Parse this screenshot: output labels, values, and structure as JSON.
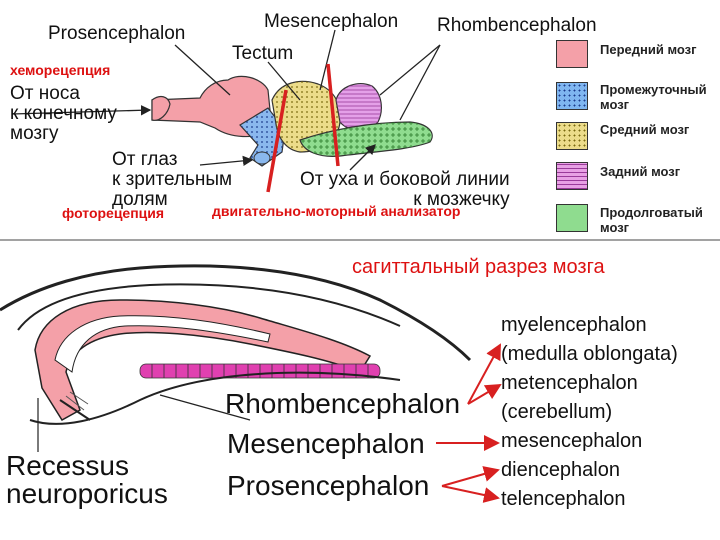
{
  "top": {
    "prosencephalon": "Prosencephalon",
    "mesencephalon": "Mesencephalon",
    "rhombencephalon": "Rhombencephalon",
    "tectum": "Tectum",
    "chemoreception": "хеморецепция",
    "from_nose": "От носа\nк конечному\nмозгу",
    "from_eyes": "От глаз\nк зрительным\nдолям",
    "from_ear": "От уха и боковой линии\nк мозжечку",
    "photoreception": "фоторецепция",
    "motor_analyzer": "двигательно-моторный анализатор"
  },
  "legend": [
    {
      "label": "Передний мозг",
      "color": "#f4a0a8",
      "pattern": "plain"
    },
    {
      "label": "Промежуточный мозг",
      "color": "#7fb6f0",
      "pattern": "dots"
    },
    {
      "label": "Средний мозг",
      "color": "#ecdc8a",
      "pattern": "dots"
    },
    {
      "label": "Задний мозг",
      "color": "#e8a0e4",
      "pattern": "lines"
    },
    {
      "label": "Продолговатый мозг",
      "color": "#8fdc8f",
      "pattern": "cross"
    }
  ],
  "bottom": {
    "caption": "сагиттальный разрез мозга",
    "rhombencephalon": "Rhombencephalon",
    "mesencephalon": "Mesencephalon",
    "prosencephalon": "Prosencephalon",
    "recessus": "Recessus\nneuroporicus",
    "divisions": [
      "myelencephalon",
      "(medulla oblongata)",
      "metencephalon",
      "(cerebellum)",
      "mesencephalon",
      "diencephalon",
      "telencephalon"
    ]
  },
  "colors": {
    "brain_pink": "#f4a0a8",
    "blue": "#8ab8ee",
    "yellow": "#ecdc8a",
    "purple": "#e4a0e8",
    "green": "#8fdc8f",
    "red_label": "#dd1111",
    "arrow_red": "#d82020"
  }
}
